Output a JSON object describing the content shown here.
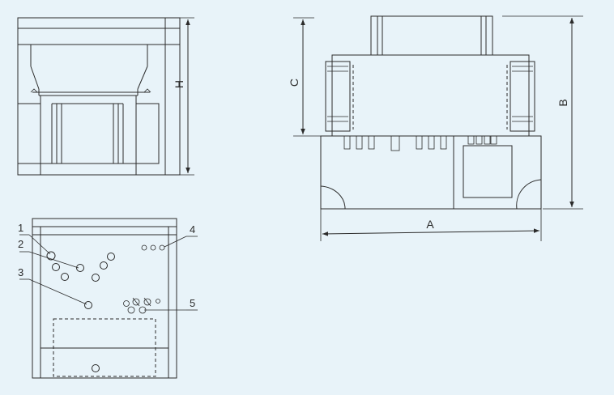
{
  "dimensions": {
    "A": "A",
    "B": "B",
    "C": "C",
    "H": "H"
  },
  "callouts": [
    "1",
    "2",
    "3",
    "4",
    "5"
  ],
  "colors": {
    "background": "#e8f3f9",
    "line": "#2b2b2b"
  }
}
